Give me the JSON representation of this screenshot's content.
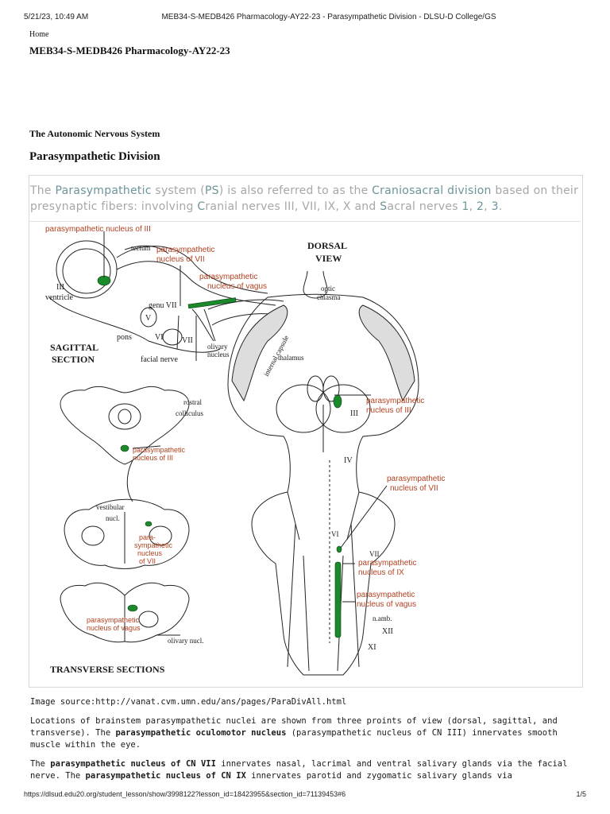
{
  "print_header": {
    "datetime": "5/21/23, 10:49 AM",
    "title": "MEB34-S-MEDB426 Pharmacology-AY22-23 - Parasympathetic Division - DLSU-D College/GS"
  },
  "breadcrumb": {
    "home": "Home"
  },
  "course_title": "MEB34-S-MEDB426 Pharmacology-AY22-23",
  "section_title": "The Autonomic Nervous System",
  "page_title": "Parasympathetic Division",
  "intro": {
    "p1": "The ",
    "p2": "Parasympathetic",
    "p3": " system (",
    "p4": "PS",
    "p5": ") is also referred to as the ",
    "p6": "Craniosacral division",
    "p7": " based on their presynaptic fibers: involving ",
    "p8": "C",
    "p9": "ranial nerves III, VII, IX, X and ",
    "p10": "S",
    "p11": "acral nerves ",
    "p12": "1",
    "p13": ", ",
    "p14": "2",
    "p15": ", ",
    "p16": "3",
    "p17": "."
  },
  "figure": {
    "labels": {
      "ps_nucleus_iii_top": "parasympathetic nucleus of III",
      "tectum": "tectum",
      "iii_ventricle_1": "III",
      "iii_ventricle_2": "ventricle",
      "ps_vii_1": "parasympathetic",
      "ps_vii_2": "nucleus of VII",
      "ps_vagus_1": "parasympathetic",
      "ps_vagus_2": "nucleus of vagus",
      "genu_vii": "genu VII",
      "v": "V",
      "vi": "VI",
      "vii": "VII",
      "pons": "pons",
      "olivary_1": "olivary",
      "olivary_2": "nucleus",
      "facial_nerve": "facial nerve",
      "sagittal_1": "SAGITTAL",
      "sagittal_2": "SECTION",
      "dorsal_1": "DORSAL",
      "dorsal_2": "VIEW",
      "optic_1": "optic",
      "optic_2": "chiasma",
      "internal_capsule": "internal capsule",
      "thalamus": "thalamus",
      "rostral_1": "rostral",
      "rostral_2": "colliculus",
      "ps_iii_mid_1": "parasympathetic",
      "ps_iii_mid_2": "nucleus of III",
      "ps_iii_dorsal_1": "parasympathetic",
      "ps_iii_dorsal_2": "nucleus of III",
      "iii_dorsal": "III",
      "iv": "IV",
      "ps_vii_dorsal_1": "parasympathetic",
      "ps_vii_dorsal_2": "nucleus of VII",
      "vestibular_1": "vestibular",
      "vestibular_2": "nucl.",
      "para_1": "para-",
      "para_2": "sympathetic",
      "para_3": "nucleus",
      "para_4": "of VII",
      "vi_dorsal": "VI",
      "vii_dorsal": "VII",
      "ps_ix_1": "parasympathetic",
      "ps_ix_2": "nucleus of IX",
      "ps_vagus_dorsal_1": "parasympathetic",
      "ps_vagus_dorsal_2": "nucleus of vagus",
      "ps_vagus_trans_1": "parasympathetic",
      "ps_vagus_trans_2": "nucleus of vagus",
      "olivary_nucl": "olivary nucl.",
      "n_amb": "n.amb.",
      "xii": "XII",
      "xi": "XI",
      "transverse": "TRANSVERSE SECTIONS"
    }
  },
  "body": {
    "source_label": "Image source:",
    "source_url": "http://vanat.cvm.umn.edu/ans/pages/ParaDivAll.html",
    "p2a": "Locations of brainstem parasympathetic nuclei are shown from three proints of view (dorsal, sagittal, and transverse). The ",
    "p2b": "parasympathetic oculomotor nucleus",
    "p2c": " (parasympathetic nucleus of CN III) innervates smooth muscle within the eye.",
    "p3a": "The ",
    "p3b": "parasympathetic nucleus of CN VII",
    "p3c": " innervates nasal, lacrimal and ventral salivary glands via the facial nerve. The ",
    "p3d": "parasympathetic nucleus of CN IX",
    "p3e": " innervates parotid and zygomatic salivary glands via"
  },
  "print_footer": {
    "url": "https://dlsud.edu20.org/student_lesson/show/3998122?lesson_id=18423955&section_id=71139453#6",
    "page": "1/5"
  },
  "colors": {
    "highlight": "#6c949a",
    "nucleus_green": "#1a8a2a",
    "label_red": "#b3401f",
    "intro_gray": "#a7a7a7"
  }
}
